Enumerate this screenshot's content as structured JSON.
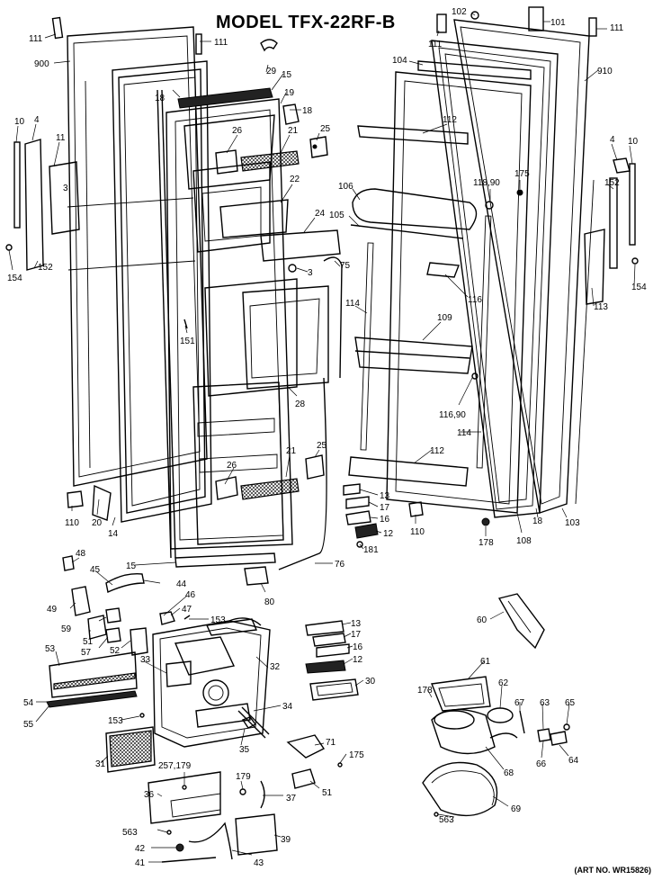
{
  "title": "MODEL TFX-22RF-B",
  "art_no": "(ART NO. WR15826)",
  "callouts": [
    {
      "id": "111-l",
      "text": "111"
    },
    {
      "id": "900",
      "text": "900"
    },
    {
      "id": "111-lt",
      "text": "111"
    },
    {
      "id": "29",
      "text": "29"
    },
    {
      "id": "15-top",
      "text": "15"
    },
    {
      "id": "19",
      "text": "19"
    },
    {
      "id": "18-l",
      "text": "18"
    },
    {
      "id": "18-lm",
      "text": "18"
    },
    {
      "id": "10-l",
      "text": "10"
    },
    {
      "id": "4-l",
      "text": "4"
    },
    {
      "id": "11",
      "text": "11"
    },
    {
      "id": "3-l",
      "text": "3"
    },
    {
      "id": "26-top",
      "text": "26"
    },
    {
      "id": "21-top",
      "text": "21"
    },
    {
      "id": "25-top",
      "text": "25"
    },
    {
      "id": "22",
      "text": "22"
    },
    {
      "id": "24",
      "text": "24"
    },
    {
      "id": "152-l",
      "text": "152"
    },
    {
      "id": "154-l",
      "text": "154"
    },
    {
      "id": "3-m",
      "text": "3"
    },
    {
      "id": "75",
      "text": "75"
    },
    {
      "id": "151",
      "text": "151"
    },
    {
      "id": "28",
      "text": "28"
    },
    {
      "id": "21-bot",
      "text": "21"
    },
    {
      "id": "25-bot",
      "text": "25"
    },
    {
      "id": "26-bot",
      "text": "26"
    },
    {
      "id": "110-l",
      "text": "110"
    },
    {
      "id": "20",
      "text": "20"
    },
    {
      "id": "14",
      "text": "14"
    },
    {
      "id": "15-bot",
      "text": "15"
    },
    {
      "id": "76",
      "text": "76"
    },
    {
      "id": "80",
      "text": "80"
    },
    {
      "id": "102",
      "text": "102"
    },
    {
      "id": "101",
      "text": "101"
    },
    {
      "id": "111-rt",
      "text": "111"
    },
    {
      "id": "111-r",
      "text": "111"
    },
    {
      "id": "104",
      "text": "104"
    },
    {
      "id": "910",
      "text": "910"
    },
    {
      "id": "112-top",
      "text": "112"
    },
    {
      "id": "175-top",
      "text": "175"
    },
    {
      "id": "118-90",
      "text": "118,90"
    },
    {
      "id": "106",
      "text": "106"
    },
    {
      "id": "105",
      "text": "105"
    },
    {
      "id": "4-r",
      "text": "4"
    },
    {
      "id": "10-r",
      "text": "10"
    },
    {
      "id": "152-r",
      "text": "152"
    },
    {
      "id": "116",
      "text": "116"
    },
    {
      "id": "113",
      "text": "113"
    },
    {
      "id": "154-r",
      "text": "154"
    },
    {
      "id": "114-l",
      "text": "114"
    },
    {
      "id": "109",
      "text": "109"
    },
    {
      "id": "116-90",
      "text": "116,90"
    },
    {
      "id": "114-r",
      "text": "114"
    },
    {
      "id": "112-bot",
      "text": "112"
    },
    {
      "id": "13-top",
      "text": "13"
    },
    {
      "id": "17-top",
      "text": "17"
    },
    {
      "id": "16-top",
      "text": "16"
    },
    {
      "id": "12-top",
      "text": "12"
    },
    {
      "id": "181",
      "text": "181"
    },
    {
      "id": "110-r",
      "text": "110"
    },
    {
      "id": "178-top",
      "text": "178"
    },
    {
      "id": "18-r",
      "text": "18"
    },
    {
      "id": "108",
      "text": "108"
    },
    {
      "id": "103",
      "text": "103"
    },
    {
      "id": "48",
      "text": "48"
    },
    {
      "id": "45",
      "text": "45"
    },
    {
      "id": "44",
      "text": "44"
    },
    {
      "id": "46",
      "text": "46"
    },
    {
      "id": "49",
      "text": "49"
    },
    {
      "id": "47",
      "text": "47"
    },
    {
      "id": "153-top",
      "text": "153"
    },
    {
      "id": "59",
      "text": "59"
    },
    {
      "id": "51-l",
      "text": "51"
    },
    {
      "id": "57",
      "text": "57"
    },
    {
      "id": "52",
      "text": "52"
    },
    {
      "id": "53",
      "text": "53"
    },
    {
      "id": "33",
      "text": "33"
    },
    {
      "id": "32",
      "text": "32"
    },
    {
      "id": "13-bot",
      "text": "13"
    },
    {
      "id": "17-bot",
      "text": "17"
    },
    {
      "id": "16-bot",
      "text": "16"
    },
    {
      "id": "12-bot",
      "text": "12"
    },
    {
      "id": "30",
      "text": "30"
    },
    {
      "id": "54",
      "text": "54"
    },
    {
      "id": "55",
      "text": "55"
    },
    {
      "id": "153-bot",
      "text": "153"
    },
    {
      "id": "34",
      "text": "34"
    },
    {
      "id": "35",
      "text": "35"
    },
    {
      "id": "71",
      "text": "71"
    },
    {
      "id": "31",
      "text": "31"
    },
    {
      "id": "175-bot",
      "text": "175"
    },
    {
      "id": "257-179",
      "text": "257,179"
    },
    {
      "id": "179",
      "text": "179"
    },
    {
      "id": "51-r",
      "text": "51"
    },
    {
      "id": "36",
      "text": "36"
    },
    {
      "id": "37",
      "text": "37"
    },
    {
      "id": "563-l",
      "text": "563"
    },
    {
      "id": "39",
      "text": "39"
    },
    {
      "id": "42",
      "text": "42"
    },
    {
      "id": "41",
      "text": "41"
    },
    {
      "id": "43",
      "text": "43"
    },
    {
      "id": "60",
      "text": "60"
    },
    {
      "id": "61",
      "text": "61"
    },
    {
      "id": "178-bot",
      "text": "178"
    },
    {
      "id": "62",
      "text": "62"
    },
    {
      "id": "67",
      "text": "67"
    },
    {
      "id": "63",
      "text": "63"
    },
    {
      "id": "65",
      "text": "65"
    },
    {
      "id": "68",
      "text": "68"
    },
    {
      "id": "66",
      "text": "66"
    },
    {
      "id": "64",
      "text": "64"
    },
    {
      "id": "69",
      "text": "69"
    },
    {
      "id": "563-r",
      "text": "563"
    }
  ]
}
